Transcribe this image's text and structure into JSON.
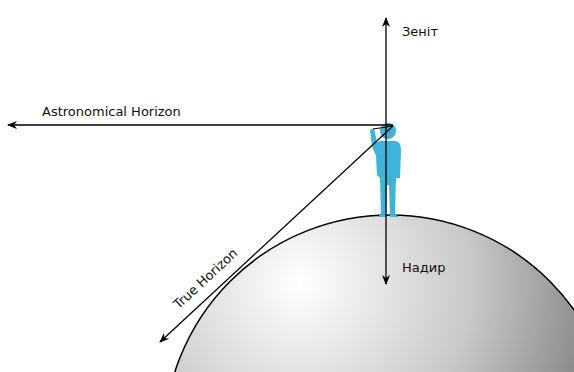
{
  "diagram": {
    "labels": [
      "Зеніт",
      "Astronomical Horizon",
      "True Horizon",
      "Надир"
    ]
  }
}
